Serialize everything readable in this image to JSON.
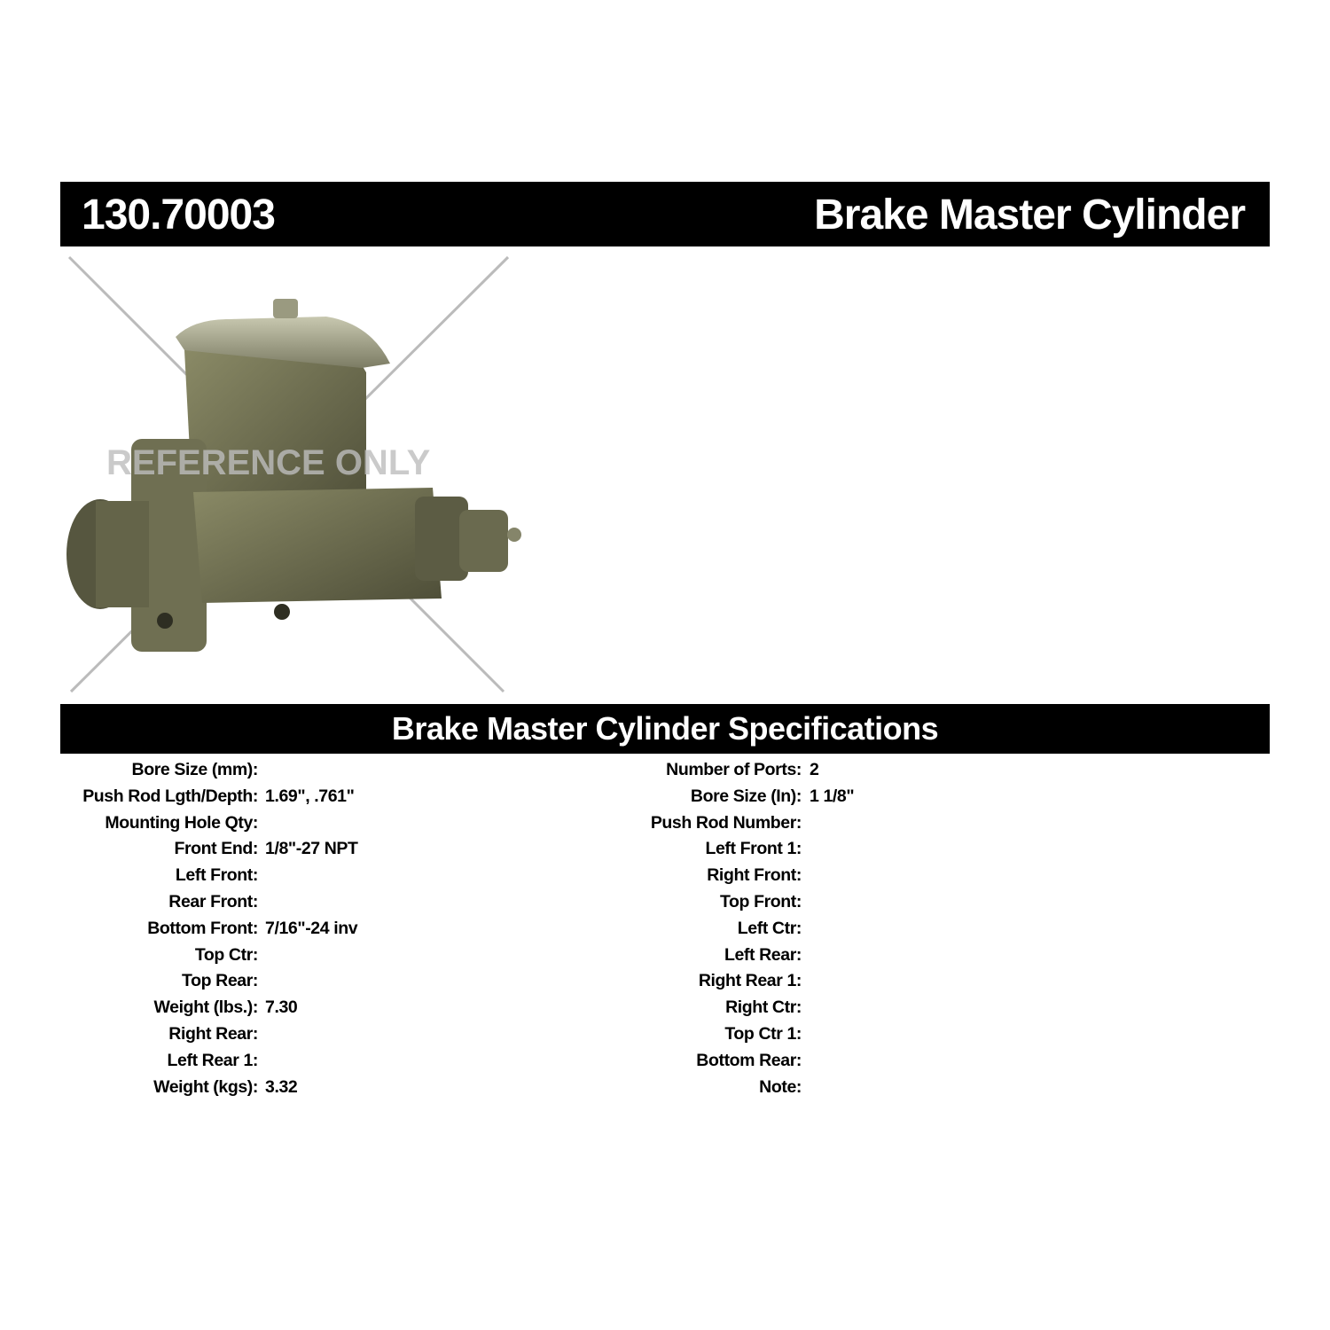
{
  "header": {
    "part_number": "130.70003",
    "product_name": "Brake Master Cylinder"
  },
  "figure": {
    "watermark": "REFERENCE ONLY"
  },
  "specs": {
    "title": "Brake Master Cylinder Specifications",
    "left": [
      {
        "label": "Bore Size (mm):",
        "value": ""
      },
      {
        "label": "Push Rod Lgth/Depth:",
        "value": "1.69\", .761\""
      },
      {
        "label": "Mounting Hole Qty:",
        "value": ""
      },
      {
        "label": "Front End:",
        "value": "1/8\"-27 NPT"
      },
      {
        "label": "Left Front:",
        "value": ""
      },
      {
        "label": "Rear Front:",
        "value": ""
      },
      {
        "label": "Bottom Front:",
        "value": "7/16\"-24 inv"
      },
      {
        "label": "Top Ctr:",
        "value": ""
      },
      {
        "label": "Top Rear:",
        "value": ""
      },
      {
        "label": "Weight (lbs.):",
        "value": "7.30"
      },
      {
        "label": "Right Rear:",
        "value": ""
      },
      {
        "label": "Left Rear 1:",
        "value": ""
      },
      {
        "label": "Weight (kgs):",
        "value": "3.32"
      }
    ],
    "right": [
      {
        "label": "Number of Ports:",
        "value": "2"
      },
      {
        "label": "Bore Size (In):",
        "value": "1 1/8\""
      },
      {
        "label": "Push Rod Number:",
        "value": ""
      },
      {
        "label": "Left Front 1:",
        "value": ""
      },
      {
        "label": "Right Front:",
        "value": ""
      },
      {
        "label": "Top Front:",
        "value": ""
      },
      {
        "label": "Left Ctr:",
        "value": ""
      },
      {
        "label": "Left Rear:",
        "value": ""
      },
      {
        "label": "Right Rear 1:",
        "value": ""
      },
      {
        "label": "Right Ctr:",
        "value": ""
      },
      {
        "label": "Top Ctr 1:",
        "value": ""
      },
      {
        "label": "Bottom Rear:",
        "value": ""
      },
      {
        "label": "Note:",
        "value": ""
      }
    ]
  }
}
